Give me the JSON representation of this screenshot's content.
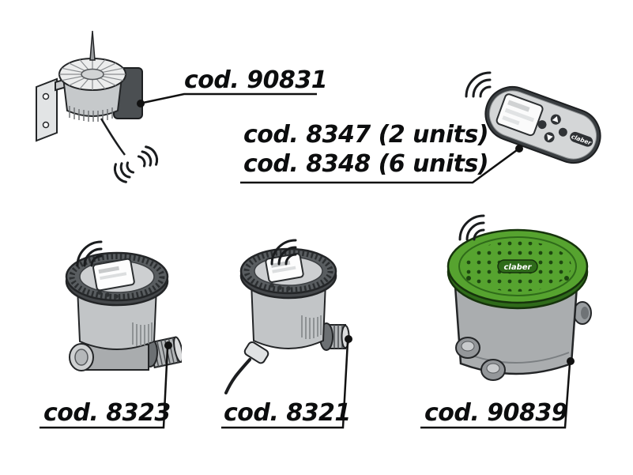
{
  "page": {
    "background": "#ffffff"
  },
  "logo": "claber",
  "labels": {
    "sensor": "cod. 90831",
    "remote_line1": "cod. 8347 (2 units)",
    "remote_line2": "cod. 8348 (6 units)",
    "timer_left": "cod. 8323",
    "timer_mid": "cod. 8321",
    "valve_box": "cod. 90839"
  },
  "colors": {
    "lid_green": "#56a32f",
    "lid_green_dark": "#2f6b1a",
    "outline": "#232527",
    "label_text": "#0c0d0e"
  },
  "icons": {
    "radio_waves": "radio-waves-icon",
    "callout_dot": "callout-dot"
  }
}
